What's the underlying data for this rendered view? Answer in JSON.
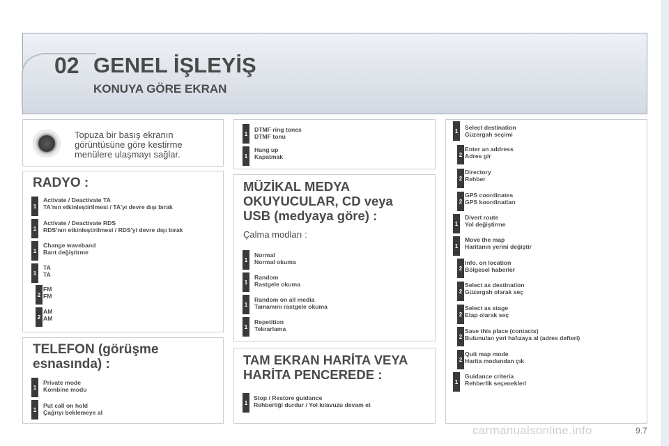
{
  "header": {
    "chapter_number": "02",
    "title": "GENEL İŞLEYİŞ",
    "subtitle": "KONUYA GÖRE EKRAN"
  },
  "intro": {
    "line1": "Topuza bir basış ekranın",
    "line2": "görüntüsüne göre kestirme",
    "line3": "menülere ulaşmayı sağlar."
  },
  "radio": {
    "title": "RADYO :",
    "items": [
      {
        "level": "1",
        "en": "Activate / Deactivate TA",
        "tr": "TA'nın etkinleştirilmesi / TA'yı devre dışı bırak"
      },
      {
        "level": "1",
        "en": "Activate / Deactivate RDS",
        "tr": "RDS'nın etkinleştirilmesi / RDS'yi devre dışı bırak"
      },
      {
        "level": "1",
        "en": "Change waveband",
        "tr": "Bant değiştirme"
      },
      {
        "level": "1",
        "en": "TA",
        "tr": "TA"
      },
      {
        "level": "2",
        "en": "FM",
        "tr": "FM"
      },
      {
        "level": "2",
        "en": "AM",
        "tr": "AM"
      }
    ]
  },
  "phone": {
    "title_line1": "TELEFON (görüşme",
    "title_line2": "esnasında) :",
    "items": [
      {
        "level": "1",
        "en": "Private mode",
        "tr": "Kombine modu"
      },
      {
        "level": "1",
        "en": "Put call on hold",
        "tr": "Çağrıyı beklemeye al"
      }
    ]
  },
  "dtmf": {
    "items": [
      {
        "level": "1",
        "en": "DTMF ring tones",
        "tr": "DTMF tonu"
      },
      {
        "level": "1",
        "en": "Hang up",
        "tr": "Kapatmak"
      }
    ]
  },
  "media": {
    "title_line1": "MÜZİKAL MEDYA",
    "title_line2": "OKUYUCULAR, CD veya",
    "title_line3": "USB (medyaya göre) :",
    "modes_label": "Çalma modları :",
    "items": [
      {
        "level": "1",
        "en": "Normal",
        "tr": "Normal okuma"
      },
      {
        "level": "1",
        "en": "Random",
        "tr": "Rastgele okuma"
      },
      {
        "level": "1",
        "en": "Random on all media",
        "tr": "Tamamını rastgele okuma"
      },
      {
        "level": "1",
        "en": "Repetition",
        "tr": "Tekrarlama"
      }
    ]
  },
  "map": {
    "title_line1": "TAM EKRAN HARİTA VEYA",
    "title_line2": "HARİTA PENCEREDE :",
    "items": [
      {
        "level": "1",
        "en": "Stop / Restore guidance",
        "tr": "Rehberliği durdur / Yol kılavuzu devam et"
      }
    ]
  },
  "nav": {
    "items": [
      {
        "level": "1",
        "en": "Select destination",
        "tr": "Güzergah seçimi"
      },
      {
        "level": "2",
        "en": "Enter an address",
        "tr": "Adres gir"
      },
      {
        "level": "2",
        "en": "Directory",
        "tr": "Rehber"
      },
      {
        "level": "2",
        "en": "GPS coordinates",
        "tr": "GPS koordinatları"
      },
      {
        "level": "1",
        "en": "Divert route",
        "tr": "Yol değiştirme"
      },
      {
        "level": "1",
        "en": "Move the map",
        "tr": "Haritanın yerini değiştir"
      },
      {
        "level": "2",
        "en": "Info. on location",
        "tr": "Bölgesel haberler"
      },
      {
        "level": "2",
        "en": "Select as destination",
        "tr": "Güzergah olarak seç"
      },
      {
        "level": "2",
        "en": "Select as stage",
        "tr": "Etap olarak seç"
      },
      {
        "level": "2",
        "en": "Save this place (contacts)",
        "tr": "Bulunulan yeri hafızaya al (adres defteri)"
      },
      {
        "level": "2",
        "en": "Quit map mode",
        "tr": "Harita modundan çık"
      },
      {
        "level": "1",
        "en": "Guidance criteria",
        "tr": "Rehberlik seçenekleri"
      }
    ]
  },
  "footer": {
    "page_number": "9.7",
    "watermark": "carmanualsonline.info"
  }
}
